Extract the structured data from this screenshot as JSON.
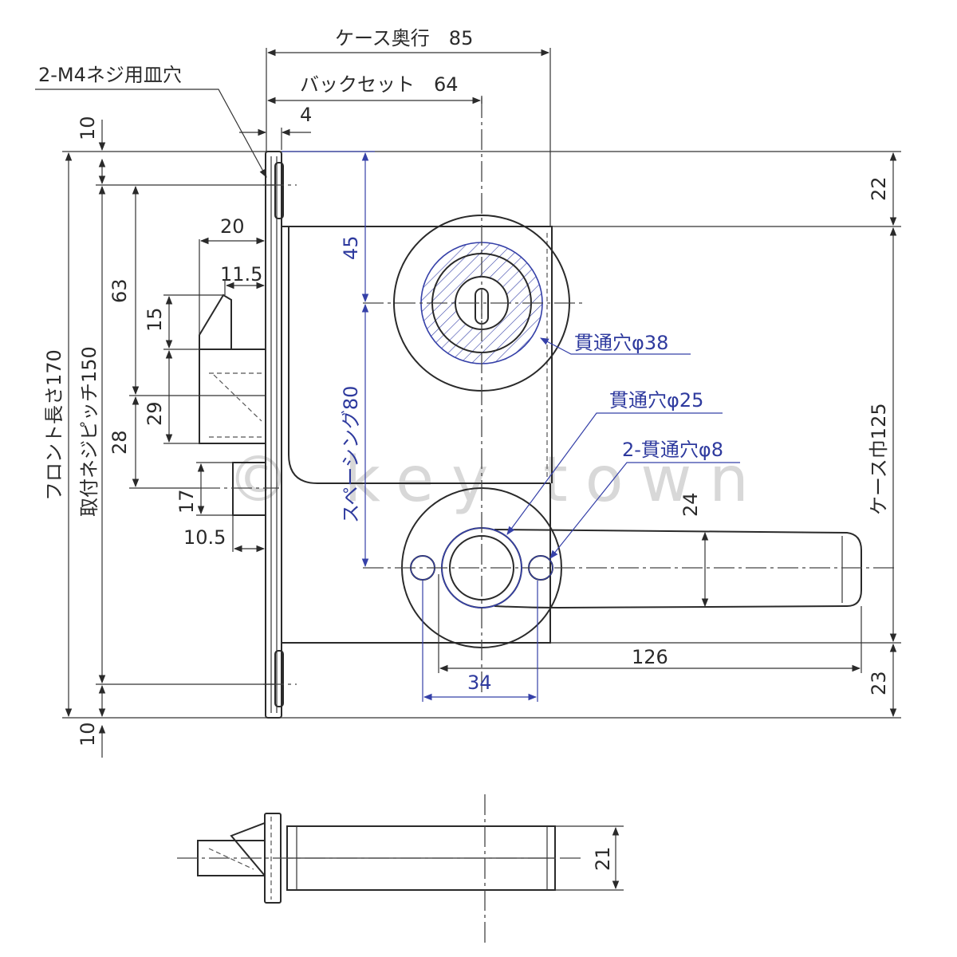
{
  "watermark": "© key town",
  "top_view": {
    "labels": {
      "case_depth": "ケース奥行　85",
      "backset": "バックセット　64",
      "front_thickness": "4",
      "screw_holes": "2-M4ネジ用皿穴",
      "front_length": "フロント長さ170",
      "mount_pitch": "取付ネジピッチ150",
      "top_margin": "10",
      "bottom_margin": "10",
      "latch_projection": "20",
      "latch_tip": "11.5",
      "latch_height": "15",
      "latch_offset": "63",
      "latch_to_dead": "29",
      "dead_offset": "28",
      "dead_height": "17",
      "dead_projection": "10.5",
      "cyl_offset": "45",
      "spacing": "スペーシング80",
      "case_width": "ケース巾125",
      "top_to_case": "22",
      "bottom_to_case": "23",
      "lever_height": "24",
      "lever_length": "126",
      "hole_spacing": "34"
    },
    "callouts": {
      "hole_38": "貫通穴φ38",
      "hole_25": "貫通穴φ25",
      "hole_8": "2-貫通穴φ8"
    }
  },
  "bottom_view": {
    "thickness": "21"
  },
  "colors": {
    "line": "#2a2a2a",
    "accent": "#3540a8",
    "watermark": "#d8d8d8"
  }
}
